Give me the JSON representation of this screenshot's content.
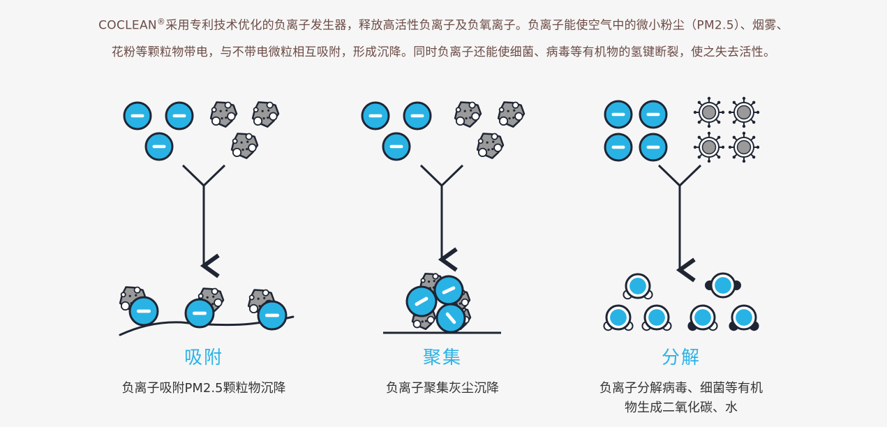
{
  "intro": {
    "brand": "COCLEAN",
    "registered_mark": "®",
    "line1": "采用专利技术优化的负离子发生器，释放高活性负离子及负氧离子。负离子能使空气中的微小粉尘（PM2.5）、烟雾、",
    "line2": "花粉等颗粒物带电，与不带电微粒相互吸附，形成沉降。同时负离子还能使细菌、病毒等有机物的氢键断裂，使之失去活性。"
  },
  "colors": {
    "ion_fill": "#29b3e4",
    "outline": "#1f2533",
    "dust": "#9a9a9a",
    "title_accent": "#2bb3e6",
    "intro_text": "#6b4b45"
  },
  "panels": [
    {
      "title": "吸附",
      "desc": [
        "负离子吸附PM2.5颗粒物沉降"
      ]
    },
    {
      "title": "聚集",
      "desc": [
        "负离子聚集灰尘沉降"
      ]
    },
    {
      "title": "分解",
      "desc": [
        "负离子分解病毒、细菌等有机",
        "物生成二氧化碳、水"
      ]
    }
  ]
}
